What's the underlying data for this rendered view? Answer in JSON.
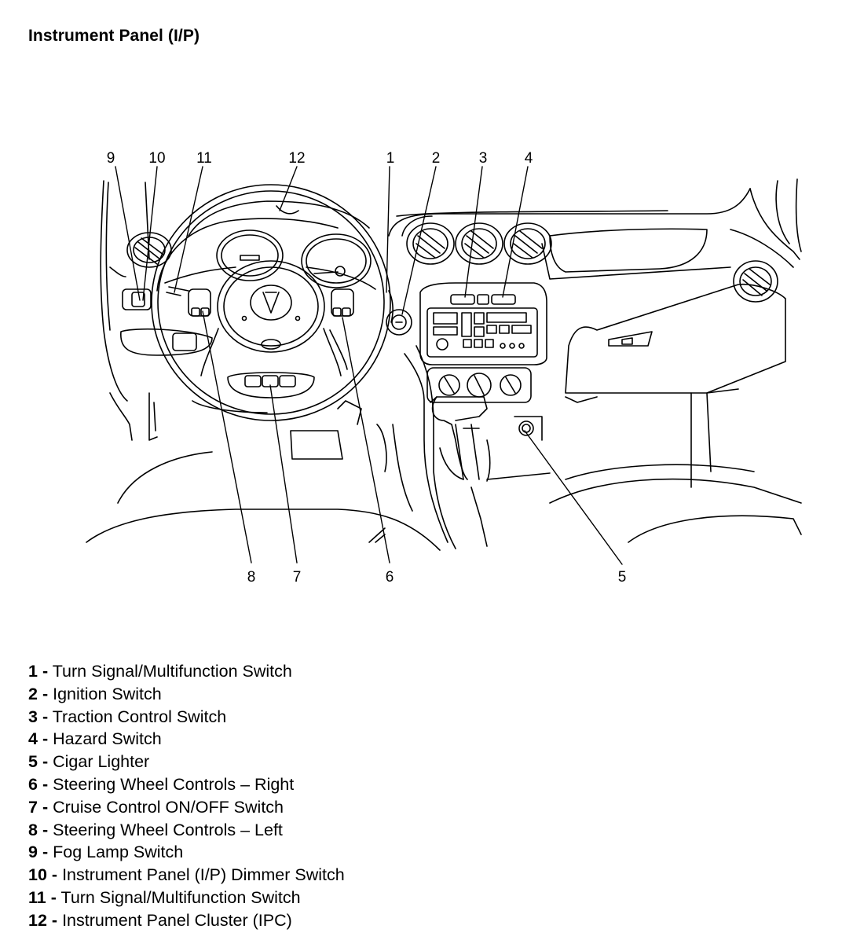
{
  "title": "Instrument Panel (I/P)",
  "callouts": [
    "1",
    "2",
    "3",
    "4",
    "5",
    "6",
    "7",
    "8",
    "9",
    "10",
    "11",
    "12"
  ],
  "legend": [
    {
      "num": "1",
      "label": "Turn Signal/Multifunction Switch"
    },
    {
      "num": "2",
      "label": "Ignition Switch"
    },
    {
      "num": "3",
      "label": "Traction Control Switch"
    },
    {
      "num": "4",
      "label": "Hazard Switch"
    },
    {
      "num": "5",
      "label": "Cigar Lighter"
    },
    {
      "num": "6",
      "label": "Steering Wheel Controls – Right"
    },
    {
      "num": "7",
      "label": "Cruise Control ON/OFF Switch"
    },
    {
      "num": "8",
      "label": "Steering Wheel Controls – Left"
    },
    {
      "num": "9",
      "label": "Fog Lamp Switch"
    },
    {
      "num": "10",
      "label": "Instrument Panel (I/P) Dimmer Switch"
    },
    {
      "num": "11",
      "label": "Turn Signal/Multifunction Switch"
    },
    {
      "num": "12",
      "label": "Instrument Panel Cluster (IPC)"
    }
  ],
  "separator": "-"
}
